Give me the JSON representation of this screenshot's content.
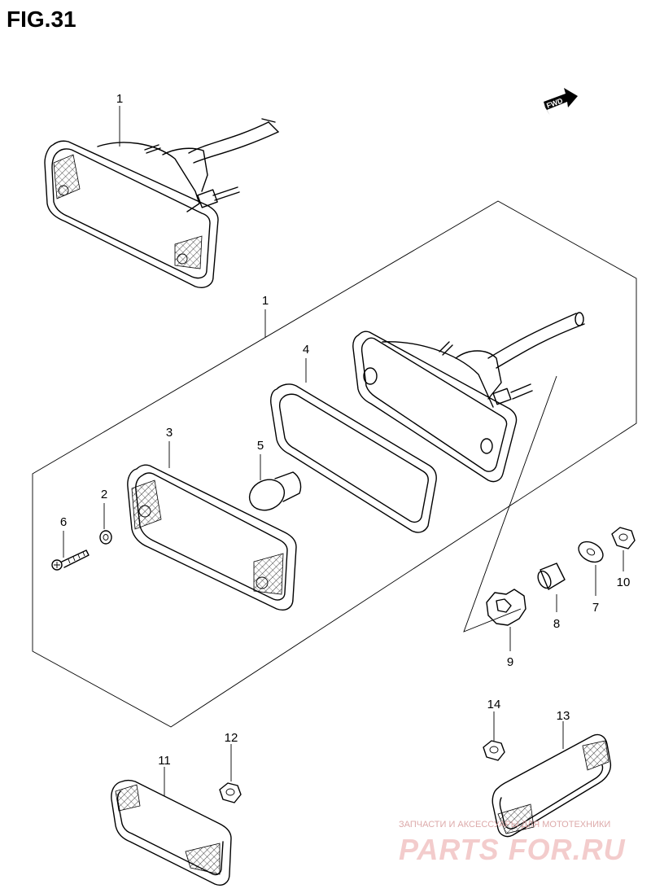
{
  "figure": {
    "title": "FIG.31"
  },
  "fwd_arrow": {
    "label": "FWD",
    "icon": "forward-arrow-icon"
  },
  "callouts": {
    "p1_top": "1",
    "p1_assembly": "1",
    "p2": "2",
    "p3": "3",
    "p4": "4",
    "p5": "5",
    "p6": "6",
    "p7": "7",
    "p8": "8",
    "p9": "9",
    "p10": "10",
    "p11": "11",
    "p12": "12",
    "p13": "13",
    "p14": "14"
  },
  "watermark": {
    "subtitle": "ЗАПЧАСТИ И АКСЕССУАРЫ ДЛЯ МОТОТЕХНИКИ",
    "brand": "PARTS FOR.RU"
  },
  "colors": {
    "line": "#000000",
    "background": "#ffffff",
    "watermark": "#e8a0a0"
  }
}
